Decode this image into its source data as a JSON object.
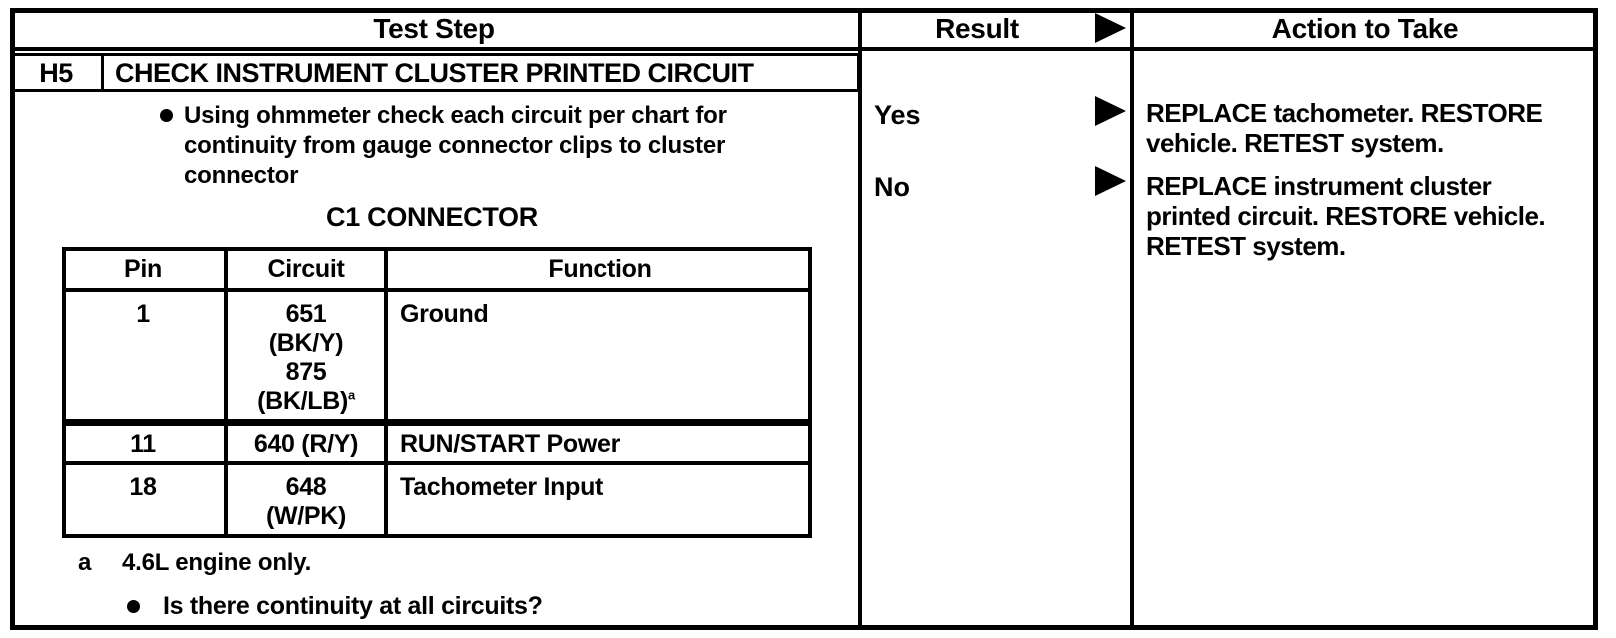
{
  "table": {
    "columns": {
      "test_step": "Test Step",
      "result": "Result",
      "action": "Action to Take"
    },
    "step": {
      "id": "H5",
      "title": "CHECK INSTRUMENT CLUSTER PRINTED CIRCUIT",
      "instruction_lines": [
        "Using ohmmeter check each circuit per chart for",
        "continuity from gauge connector clips to cluster",
        "connector"
      ],
      "connector_heading": "C1 CONNECTOR",
      "footnote_marker": "a",
      "footnote_text": "4.6L engine only.",
      "question": "Is there continuity at all circuits?"
    },
    "connector_table": {
      "headers": {
        "pin": "Pin",
        "circuit": "Circuit",
        "function": "Function"
      },
      "rows": [
        {
          "pin": "1",
          "circuit_lines": [
            "651",
            "(BK/Y)",
            "875",
            "(BK/LB)"
          ],
          "circuit_footnote": "a",
          "function": "Ground"
        },
        {
          "pin": "11",
          "circuit_lines": [
            "640 (R/Y)"
          ],
          "function": "RUN/START Power"
        },
        {
          "pin": "18",
          "circuit_lines": [
            "648",
            "(W/PK)"
          ],
          "function": "Tachometer Input"
        }
      ]
    },
    "results": [
      {
        "label": "Yes",
        "action_lines": [
          "REPLACE tachometer. RESTORE",
          "vehicle. RETEST system."
        ]
      },
      {
        "label": "No",
        "action_lines": [
          "REPLACE instrument cluster",
          "printed circuit. RESTORE vehicle.",
          "RETEST system."
        ]
      }
    ],
    "colors": {
      "ink": "#000000",
      "paper": "#ffffff"
    }
  }
}
